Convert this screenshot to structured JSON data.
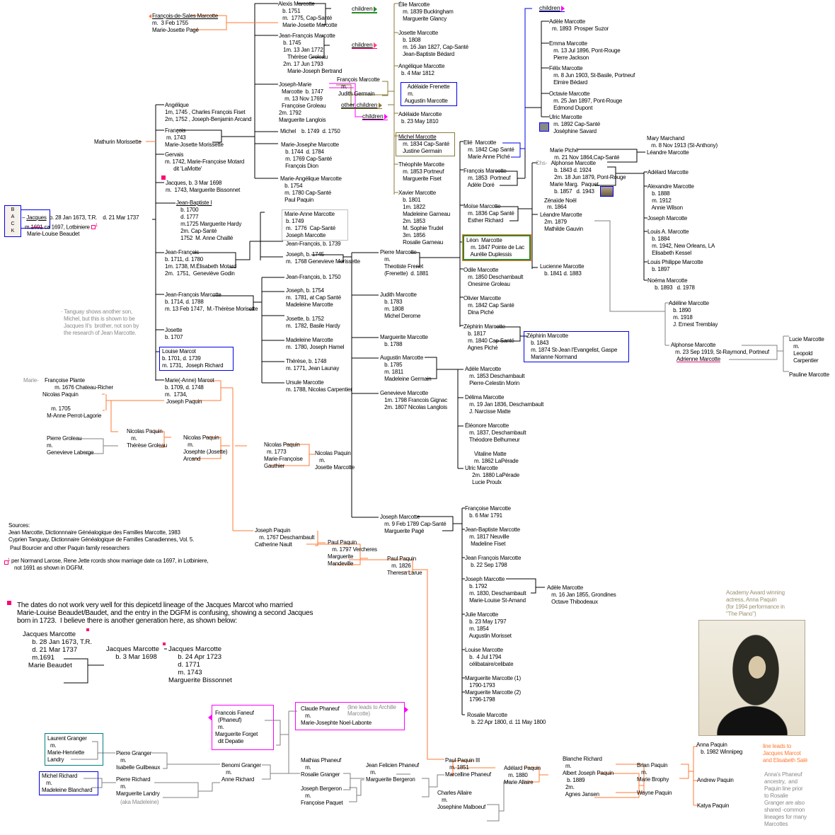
{
  "nav": {
    "back_letters": "B\nA\nC\nK"
  },
  "links": {
    "children": "children",
    "other_children": "other children"
  },
  "colors": {
    "orange": "#ff7a33",
    "olive": "#8b7a3a",
    "blue": "#0000ee",
    "magenta": "#ff00ff",
    "gray": "#808080",
    "pink": "#ff0077",
    "green": "#2a8a2a"
  },
  "root": {
    "name": "Jacques",
    "birth": "b. 28 Jan 1673, T.R.",
    "death": "d. 21 Mar 1737",
    "m_prefix": "m.",
    "m_struck": "1691",
    "m_rest": "ca 1697, Lotbiniere",
    "footnote_mark": "1",
    "spouse": "Marie-Louise Beaudet"
  },
  "p": {
    "fds": "François-de-Sales Marcotte\nm.  3 Feb 1755\nMarie-Josette Pagé",
    "alexis": "Alexis Marcotte\n   b. 1751\n   m.  1775, Cap-Santé\n   Marie-Josette Marcotte",
    "jf1745": "Jean-François Marcotte\n   b. 1745\n   1m. 13 Jan 1772\n      Thérèse Groleau\n   2m. 17 Jun 1793\n      Marie-Joseph Bertrand",
    "josephmarie": "Joseph-Marie\n  Marcotte  b. 1747\n    m. 13 Nov 1769\n  Françoise Groleau\n2m. 1792\nMarguerite Langlois",
    "francoisjg": "François Marcotte\n   m.\n Judith Germain",
    "michel1749": "Michel    b. 1749  d. 1750",
    "mjosephe": "Marie-Josephe Marcotte\n   b. 1744  d. 1784\n   m. 1769 Cap-Santé\n   François Dion",
    "mangelique": "Marie-Angélique Marcotte\n   b. 1754\n   m. 1780 Cap-Santé\n   Paul Paquin",
    "angelique": "Angélique\n1m, 1745 , Charles François Fiset\n2m, 1752 , Joseph-Benjamin Arcand",
    "francois": "François\n m. 1743\nMarie-Josette Morissette",
    "mathurin": "Mathurin Morissette",
    "gervais": "Gervais\nm. 1742, Marie-Françoise Motard\n      dit 'LaMotte'",
    "jacques1698": "Jacques, b. 3 Mar 1698\nm.  1743, Marguerite Bissonnet",
    "jb": "Jean-Baptiste I\n   b. 1700\n   d. 1777\n   m.1725 Marguerite Hardy\n   2m. Cap-Santé\n   1752  M. Anne Chaillé",
    "jf1711": "Jean-François\nb. 1711, d. 1780\n1m. 1738, M.Élisabeth Motard\n2m.  1751,  Geneviève Godin",
    "jf1714": "Jean-François Marcotte\nb. 1714, d. 1788\nm. 13 Feb 1747,  M.-Thérèse Morisette",
    "tanguay": "· Tanguay shows another son,\n  Michel, but this is shown to be\n  Jacques II's  brother, not son by\n  the research of Jean Marcotte.",
    "josette1707": "Josette\nb. 1707",
    "louise": "Louise Marcot\nb. 1701, d. 1739\nm. 1731,  Joseph Richard",
    "marieanne1709": "Marie(-Anne) Marcot\nb. 1709, d. 1748\nm.  1734,\n Joseph Paquin",
    "mfp_prefix": "Marie-",
    "mfp": "Françoise Plante\n       m. 1676 Chateau-Richer",
    "nicolas1705": "Nicolas Paquin\n\n      m. 1705\n   M-Anne Perrot-Lagorie",
    "groleau": "Pierre Groleau\nm.\nGenevieve Laberge",
    "nicolastg": "Nicolas Paquin\n   m.\nThérèse Groleau",
    "nicolasja": "Nicolas Paquin\n   m.\nJosephte (Josette)\nArcand",
    "nicolasmfg": "Nicolas Paquin\n  m. 1773\nMarie-Françoise\nGauthier",
    "nicolasjm": "Nicolas Paquin\n   m.\nJosette Marcotte",
    "marieanne1749": "Marie-Anne Marcotte\n b. 1749\n m.  1776  Cap-Santé\n Joseph Marcotte",
    "jf1739": "Jean-François, b. 1739",
    "joseph1745": "Joseph, b. 1745\nm.  1768 Genevieve Morissette",
    "jf1750": "Jean-François, b. 1750",
    "joseph1754": "Joseph, b. 1754\nm.  1781, at Cap Santé\nMadeleine Marcotte",
    "josette1752": "Josette, b. 1752\nm.  1782, Basile Hardy",
    "madeleine": "Madeleine Marcotte\nm.  1780, Joseph Hamel",
    "therese": "Thérèse, b. 1748\nm. 1771, Jean Launay",
    "ursule": "Ursule Marcotte\nm. 1788, Nicolas Carpentier",
    "elie": "Élie Marcotte\n   m. 1839 Buckingham\n   Marguerite Glancy",
    "josettem": "Josette Marcotte\n   b. 1808\n   m. 16 Jan 1827, Cap-Santé\n   Jean-Baptiste Bédard",
    "angeliquem": "Angélique Marcotte\n  b. 4 Mar 1812",
    "adelaidef": "   Adélaide Frenette\n   m.\n Augustin Marcotte",
    "adelaidem": "Adélaide Marcotte\n  b. 23 May 1810",
    "michelm": "Michel Marcotte\n   m. 1834 Cap-Santé\n   Justine Germain",
    "theophile": "Théophile Marcotte\n   m. 1853 Portneuf\n   Marguerite Fiset",
    "xavier": "Xavier Marcotte\n   b. 1801\n   1m. 1822\n   Madeleine Garneau\n   2m. 1853\n   M. Sophie Trudel\n   3m. 1856\n   Rosalie Garneau",
    "pierre": "Pierre Marcotte\n   m.\n   Theotiste Frenet\n   (Frenette)  d. 1881",
    "judith": "Judith Marcotte\n   b. 1783\n   m. 1808\n   Michel Derome",
    "marguerite1788": "Marguerite Marcotte\n   b. 1788",
    "augustin": "Augustin Marcotte\n   b. 1785\n   m. 1811\n   Madeleine Germain",
    "genevieve": "Genevieve Marcotte\n   1m. 1798 Francois Gignac\n   2m. 1807 Nicolas Langlois",
    "joseph1789": "Joseph Marcotte\n   m. 9 Feb 1789 Cap-Santé\n   Marguerite Pagé",
    "elie2": "Elié  Marcotte\n   m. 1842 Cap Santé\n   Marie Anne Piché",
    "francois1853": "François Marcotte\n   m. 1853  Portneuf\n   Adèle Doré",
    "moise": "Moïse Marcotte\n   m. 1836 Cap Santé\n   Esther Richard",
    "leon": "Léon  Marcotte\n   m. 1847 Pointe de Lac\n   Aurélie Duplessis",
    "odile": "Odile Marcotte\n   m. 1850 Deschambault\n   Onesime Groleau",
    "olivier": "Olivier Marcotte\n   m. 1842 Cap Santé\n   Dina Piché",
    "zephirin1817": "Zéphirin Marcotte\n   b. 1817\n   m. 1840 Cap Santé\n   Agnes Piché",
    "zephirin1843": "Zéphirin Marcotte\n   b. 1843\n   m. 1874 St-Jean l'Evangelist, Gaspe\n   Marianne Normand",
    "adele1853": "Adèle Marcotte\n   m. 1853 Deschambault\n   Pierre-Celestin Morin",
    "delima": "Délima Marcotte\n   m. 19 Jan 1836, Deschambault\n   J. Narcisse Matte",
    "eleonore": "Éléonore Marcotte\n   m. 1837, Deschambault\n   Théodore Belhumeur",
    "vitaline": "Vitaline Matte\nm. 1862 LaPérade",
    "ulric1880": "Ulric Marcotte\n     2m. 1880 LaPérade\n     Lucie Proulx",
    "francoise1791": "Françoise Marcotte\n   b. 6 Mar 1791",
    "jbm": "Jean-Baptiste Marcotte\n   m. 1817 Neuville\n    Madeline Fiset",
    "jf1798": "Jean François Marcotte\n    b. 22 Sep 1798",
    "joseph1792": "Joseph Marcotte\n   b. 1792\n   m. 1830, Deschambault\n   Marie-Louise St-Amand",
    "adele1855": "Adèle Marcotte\n   m. 16 Jan 1855, Grondines\n   Octave Thibodeaux",
    "julie": "Julie Marcotte\n   b. 23 May 1797\n   m. 1854\n   Augustin Morisset",
    "louisem": "Louise Marcotte\n   b.  4 Jul 1794\n   célibataire/celibate",
    "marg1": "Marguerite Marcotte (1)\n   1790-1793",
    "marg2": "Marguerite Marcotte (2)\n   1796-1798",
    "rosalie": "Rosalie Marcotte\n   b. 22 Apr 1800, d. 11 May 1800",
    "adele1893": "Adèle Marcotte\n  m. 1893  Prosper Suzor",
    "emma": "Emma Marcotte\n   m. 13 Jul 1896, Pont-Rouge\n   Pierre Jackson",
    "felix": "Félix Marcotte\n   m. 8 Jun 1903, St-Basile, Portneuf\n   Elmire Bédard",
    "octavie": "Octavie Marcotte\n   m. 25 Jan 1897, Pont-Rouge\n   Edmond Dupont",
    "ulric1892": "Ulric Marcotte\n   m. 1892 Cap-Santé\n   Joséphine Savard",
    "mariepiche": "Marie Piché\n   m. 21 Nov 1864,Cap-Santé",
    "chs_prefix": "Chs-",
    "chsalphonse": " Alphonse Marcotte\n   b. 1843 d. 1924\n   2m. 18 Jun 1879, Pont-Rouge\nMarie Marg.  Paquet\n   b. 1857   d. 1943",
    "zenaide": "Zénaïde Noël\n  m. 1864",
    "leandre": "Léandre Marcotte\n   2m. 1879\n   Mathilde Gauvin",
    "lucienne": "Lucienne Marcotte\n   b. 1841 d. 1883",
    "mary": "Mary Marchand\n   m. 8 Nov 1913 (St-Anthony)",
    "leandre2": "Léandre Marcotte",
    "adelard": "Adélard Marcotte",
    "alexandre": "Alexandre Marcotte\n   b. 1888\n   m. 1912\n   Annie Wilson",
    "josephm": "Joseph Marcotte",
    "louisa": "Louis A. Marcotte\n   b. 1884\n   m. 1942, New Orleans, LA\n   Elisabeth Kessel",
    "louisp": "Louis Philippe Marcotte\n   b. 1897",
    "noema": "Noéma Marcotte\n     b. 1893   d. 1978",
    "adeline": "Adéline Marcotte\n   b. 1890\n   m. 1918\n   J. Ernest Tremblay",
    "alphonse": "Alphonse Marcotte\n   m. 23 Sep 1919, St-Raymond, Portneuf",
    "adrienne": "Adrienne Marcotte",
    "lucie": "Lucie Marcotte\n   m.\n   Leopold\n   Carpentier",
    "pauline": "Pauline Marcotte",
    "josephpaquin": "Joseph Paquin\n   m. 1767 Deschambault\nCatherine Nault",
    "paul1797": "Paul Paquin\n   m. 1797 Vercheres\nMarguerite\nMandeville",
    "paul1826": "Paul Paquin\n   m. 1826\nTheresa Larue",
    "laurent": "Laurent Granger\n  m.\nMarie-Henriette\nLandry",
    "michelrichard": "Michel Richard\n   m.\nMadeleine Blanchard",
    "pierregranger": "Pierre Granger\n   m.\nIsabelle Guilbeaux",
    "pierrerichard": "Pierre Richard\n   m.\nMarguerite Landry",
    "aka": "(aka Madeleine)",
    "benomi": "Benomi Granger\n   m.\nAnne Richard",
    "faneuf": "Francois Faneuf\n  (Phaneuf)\n  m.\nMarguerite Forget\n  dit Depatie",
    "claude": "Claude Phaneuf\n   m.\nMarie-Josephte Noel-Labonte",
    "claude_note": "(line leads to Archille\nMarcotte)",
    "mathias": "Mathias Phaneuf\n   m.\nRosalie Granger",
    "jeanfelicien": "Jean Felicien Phaneuf\n   m.\nMarguerite Bergeron",
    "josephbergeron": "Joseph Bergeron\n   m.\nFrançoise Paquet",
    "paul3": "Paul Paquin III\n   m. 1851\nMarcelline Phaneuf",
    "charlesallaire": "Charles Allaire\n   m.\nJosephine Malboeuf",
    "adelardpaquin": "Adélard Paquin\n   m. 1880\nMarie Allaire",
    "albert": "Blanche Richard\n  m.\nAlbert Joseph Paquin\n   b. 1889\n  2m.\n  Agnes Jansen",
    "brian": "Brian Paquin\n   m.\nMarie Brophy",
    "wayne": "Wayne Paquin",
    "anna": "Anna Paquin\n   b. 1982 Winnipeg",
    "andrew": "Andrew Paquin",
    "katya": "Katya Paquin"
  },
  "notes": {
    "sources": "Sources:\nJean Marcotte, Dictionnnaire Généalogique des Familles Marcotte, 1983\nCyprien Tanguay, Dictionnaire Généalogique de Familles Canadiennes, Vol. 5.",
    "bourcier": "Paul Bourcier and other Paquin family researchers",
    "footnote_mark": "1",
    "footnote": "per Normand Larose, Rene Jette rcords show marriage date ca 1697, in Lotbiniere,\n  not 1691 as shown in DGFM.",
    "dates": "The dates do not work very well for this depicetd lineage of the Jacques Marcot who married\nMarie-Louise Beaudet/Baudet, and the entry in the DGFM is confusing, showing a second Jacques\nborn in 1723.  I believe there is another generation here, as shown below:",
    "jm1673": "Jacques Marcotte\n     b. 28 Jan 1673, T.R.\n     d. 21 Mar 1737\n     m.1691\n   Marie Beaudet",
    "jm1698": "Jacques Marcotte\n     b. 3 Mar 1698",
    "jm1723": "Jacques Marcotte\n     b. 24 Apr 1723\n     d. 1771\n     m. 1743\nMarguerite Bissonnet",
    "caption": "Academy Award winning\nactress, Anna Paquin\n(for 1994 performance in\n\"The Piano\")",
    "line_leads": "line leads to\nJacques Marcot\nand Elisabeth Salé",
    "anna_note": "Anna's Phaneuf\nancestry,  and\nPaquin line prior\nto Rosalie\nGranger are also\nshared -common\nlineages for many\nMarcottes"
  }
}
